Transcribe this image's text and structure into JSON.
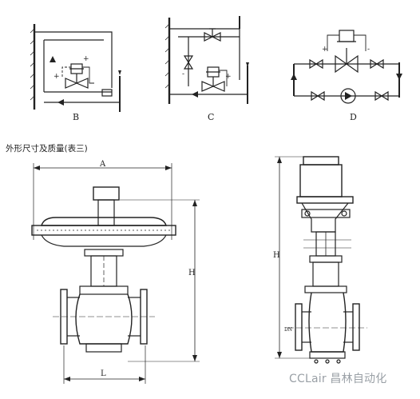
{
  "install": {
    "labels": [
      "B",
      "C",
      "D"
    ],
    "marks": {
      "plus": "+",
      "minus": "-"
    }
  },
  "table_caption": "外形尺寸及质量(表三)",
  "dims": {
    "A": "A",
    "H1": "H",
    "L": "L",
    "H2": "H",
    "DN": "DN"
  },
  "watermark": "CCLair 昌林自动化",
  "colors": {
    "line": "#222222",
    "watermark": "#9aa0a6"
  },
  "icons": [
    "pump-icon",
    "valve-icon",
    "actuator-icon",
    "arrow-icon"
  ]
}
